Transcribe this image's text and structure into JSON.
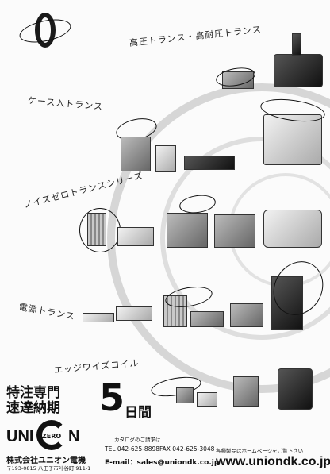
{
  "brand": {
    "zero_mark": "0",
    "logo_left": "UNI",
    "logo_right": "N",
    "logo_inner": "ZERO",
    "company_name": "株式会社ユニオン電機",
    "address": "〒193-0815 八王子市叶谷町 911-1"
  },
  "categories": [
    {
      "label": "高圧トランス・高耐圧トランス"
    },
    {
      "label": "ケース入トランス"
    },
    {
      "label": "ノイズゼロトランスシリーズ"
    },
    {
      "label": "電源トランス"
    },
    {
      "label": "エッジワイズコイル"
    }
  ],
  "promo": {
    "line1": "特注専門",
    "line2": "速達納期",
    "days": "5",
    "unit": "日間"
  },
  "contact": {
    "catalog_note": "カタログのご請求は",
    "phone": "TEL 042-625-8898",
    "fax": "FAX 042-625-3048",
    "email": "E-mail：sales@uniondk.co.jp"
  },
  "web": {
    "note": "各種製品はホームページをご覧下さい",
    "url": "www.uniondk.co.jp"
  }
}
